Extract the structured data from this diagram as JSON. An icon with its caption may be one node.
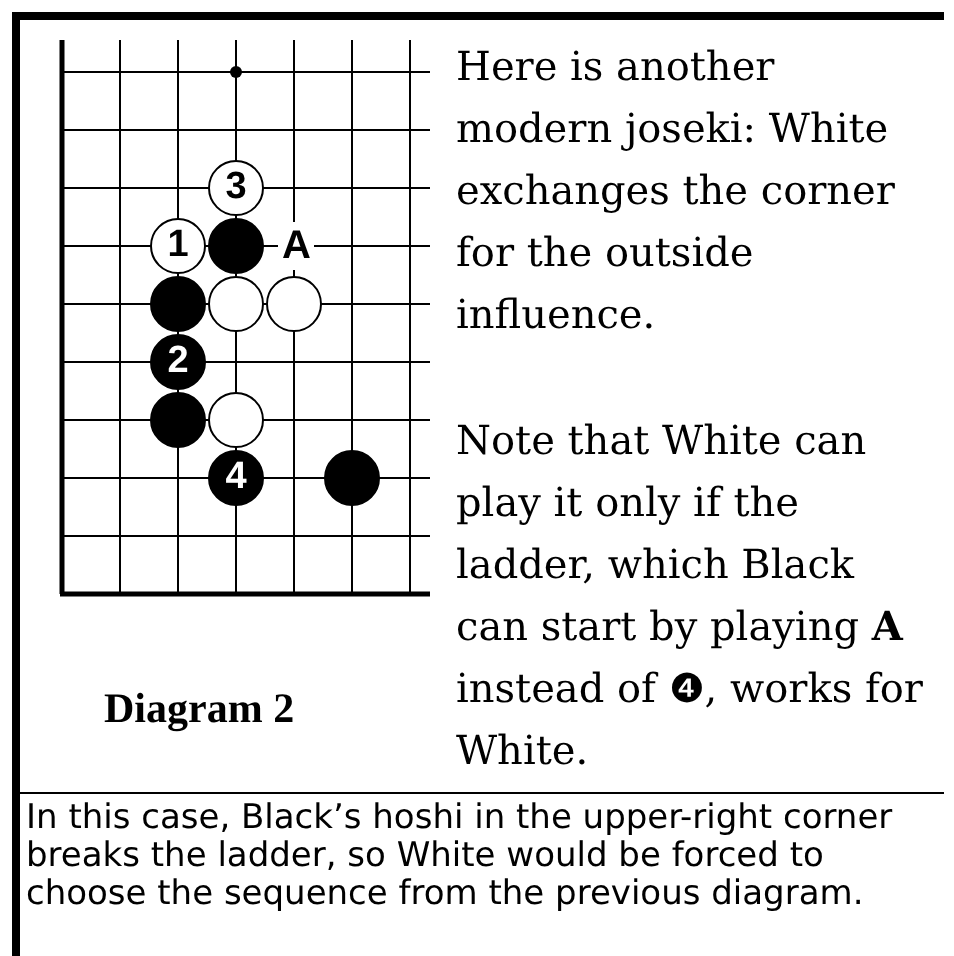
{
  "diagram": {
    "caption": "Diagram 2",
    "labels": [
      "3",
      "1",
      "A",
      "2",
      "4",
      "Here is another modern joseki: White exchanges the corner for the outside influence.",
      "Note that White can play it only if the ladder, which Black can start by playing **A** instead of ❹, works for White.",
      "In this case, Black’s hoshi in the upper-right corner breaks the ladder, so White would be forced to choose the sequence from the previous diagram."
    ]
  }
}
